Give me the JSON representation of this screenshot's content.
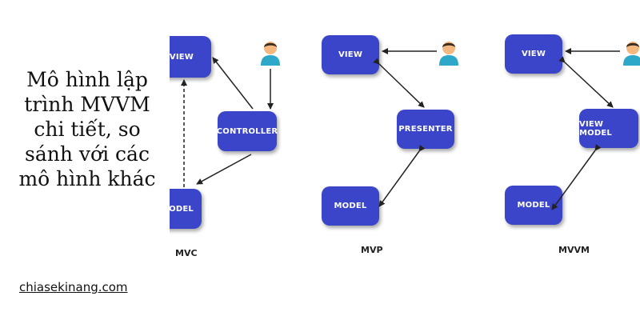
{
  "title": "Mô hình lập trình MVVM chi tiết, so sánh với các mô hình khác",
  "site": "chiasekinang.com",
  "mvc": {
    "label": "MVC",
    "view": "VIEW",
    "controller": "CONTROLLER",
    "model": "MODEL"
  },
  "mvp": {
    "label": "MVP",
    "view": "VIEW",
    "presenter": "PRESENTER",
    "model": "MODEL"
  },
  "mvvm": {
    "label": "MVVM",
    "view": "VIEW",
    "viewmodel": "VIEW MODEL",
    "model": "MODEL"
  },
  "colors": {
    "box": "#3b45c9",
    "user_skin": "#f5b780",
    "user_shirt": "#2ea8c8",
    "arrow": "#222222"
  }
}
